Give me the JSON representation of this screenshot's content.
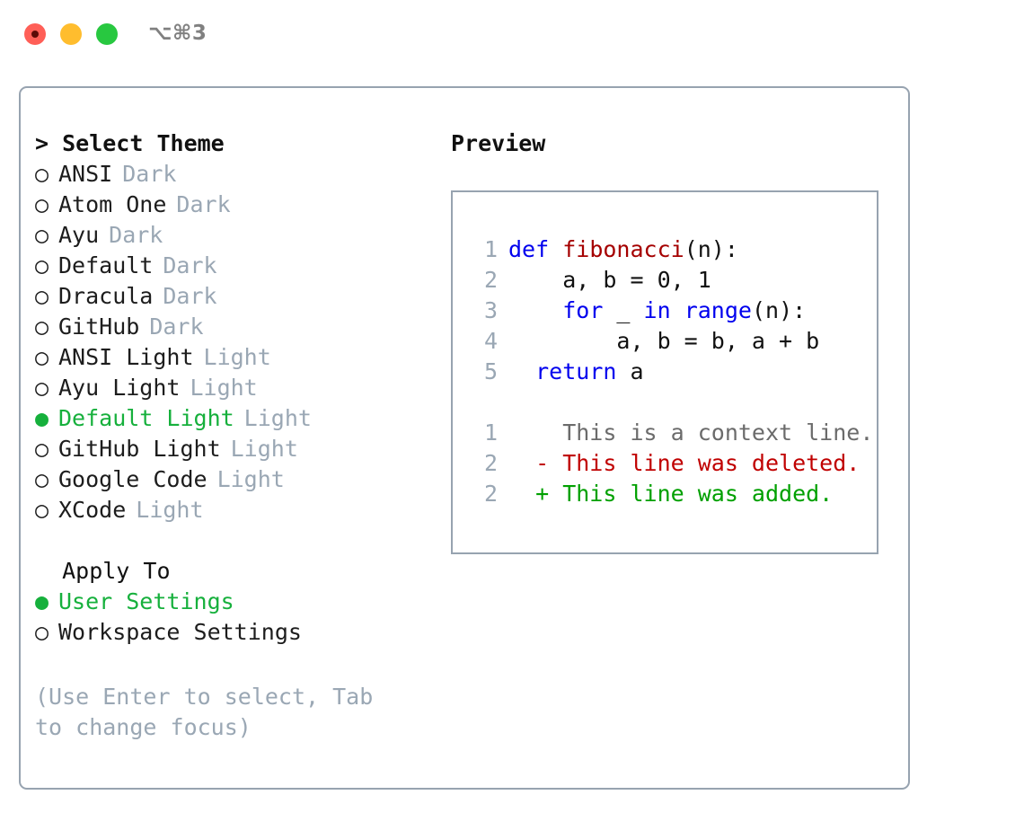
{
  "window": {
    "shortcut": "⌥⌘3",
    "traffic_lights": [
      {
        "name": "close",
        "color": "#ff5f57"
      },
      {
        "name": "minimize",
        "color": "#ffbd2e"
      },
      {
        "name": "maximize",
        "color": "#28c840"
      }
    ]
  },
  "theme_picker": {
    "heading": "> Select Theme",
    "bullet_selected": "●",
    "bullet_unselected": "○",
    "options": [
      {
        "label": "ANSI",
        "tag": "Dark",
        "selected": false
      },
      {
        "label": "Atom One",
        "tag": "Dark",
        "selected": false
      },
      {
        "label": "Ayu",
        "tag": "Dark",
        "selected": false
      },
      {
        "label": "Default",
        "tag": "Dark",
        "selected": false
      },
      {
        "label": "Dracula",
        "tag": "Dark",
        "selected": false
      },
      {
        "label": "GitHub",
        "tag": "Dark",
        "selected": false
      },
      {
        "label": "ANSI Light",
        "tag": "Light",
        "selected": false
      },
      {
        "label": "Ayu Light",
        "tag": "Light",
        "selected": false
      },
      {
        "label": "Default Light",
        "tag": "Light",
        "selected": true
      },
      {
        "label": "GitHub Light",
        "tag": "Light",
        "selected": false
      },
      {
        "label": "Google Code",
        "tag": "Light",
        "selected": false
      },
      {
        "label": "XCode",
        "tag": "Light",
        "selected": false
      }
    ]
  },
  "apply_to": {
    "heading": "  Apply To",
    "options": [
      {
        "label": "User Settings",
        "selected": true
      },
      {
        "label": "Workspace Settings",
        "selected": false
      }
    ]
  },
  "hint": "(Use Enter to select, Tab to change focus)",
  "preview": {
    "heading": "Preview",
    "code_lines": [
      {
        "number": "1",
        "tokens": [
          {
            "text": "def ",
            "type": "kw"
          },
          {
            "text": "fibonacci",
            "type": "fn"
          },
          {
            "text": "(n):",
            "type": "plain"
          }
        ]
      },
      {
        "number": "2",
        "tokens": [
          {
            "text": "    a, b = 0, 1",
            "type": "plain"
          }
        ]
      },
      {
        "number": "3",
        "tokens": [
          {
            "text": "    ",
            "type": "plain"
          },
          {
            "text": "for",
            "type": "kw"
          },
          {
            "text": " _ ",
            "type": "plain"
          },
          {
            "text": "in",
            "type": "kw"
          },
          {
            "text": " ",
            "type": "plain"
          },
          {
            "text": "range",
            "type": "kw"
          },
          {
            "text": "(n):",
            "type": "plain"
          }
        ]
      },
      {
        "number": "4",
        "tokens": [
          {
            "text": "        a, b = b, a + b",
            "type": "plain"
          }
        ]
      },
      {
        "number": "5",
        "tokens": [
          {
            "text": "  ",
            "type": "plain"
          },
          {
            "text": "return",
            "type": "kw"
          },
          {
            "text": " a",
            "type": "plain"
          }
        ]
      }
    ],
    "diff_lines": [
      {
        "number": "1",
        "marker": "  ",
        "text": "This is a context line.",
        "kind": "ctx"
      },
      {
        "number": "2",
        "marker": "- ",
        "text": "This line was deleted.",
        "kind": "del"
      },
      {
        "number": "2",
        "marker": "+ ",
        "text": "This line was added.",
        "kind": "add"
      }
    ]
  },
  "colors": {
    "accent_green": "#16b03c",
    "muted": "#9aa7b4",
    "border": "#97a3b0",
    "keyword": "#0000ee",
    "function": "#a50000",
    "diff_added": "#00a000",
    "diff_deleted": "#c00000",
    "diff_context": "#6b6b6b"
  }
}
